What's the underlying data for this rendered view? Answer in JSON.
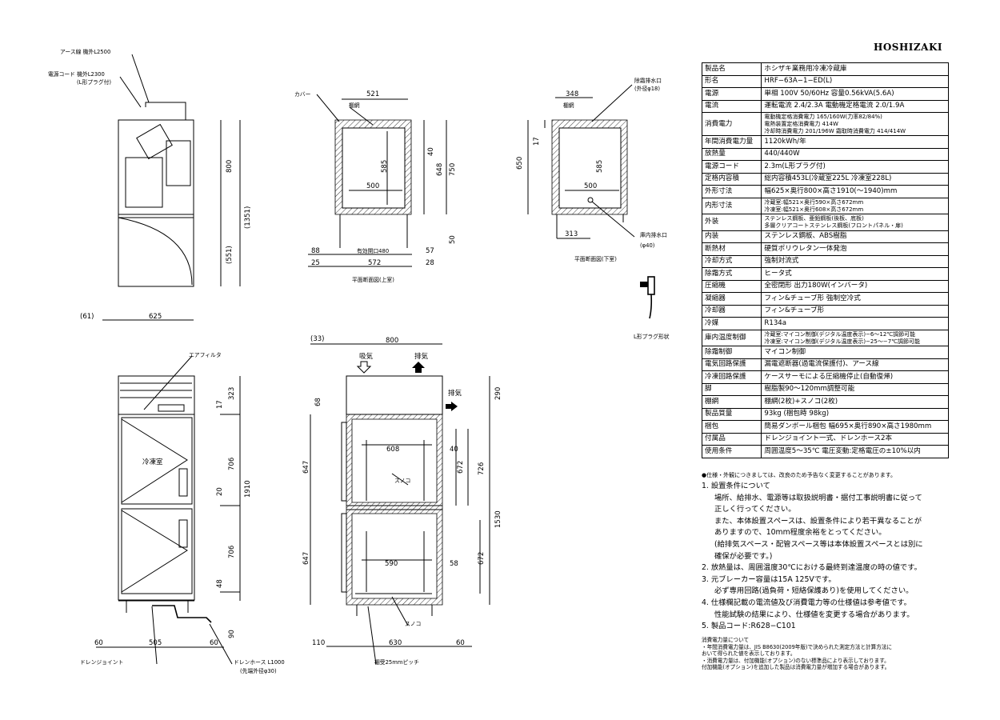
{
  "brand": "HOSHIZAKI",
  "specs": [
    {
      "k": "製品名",
      "v": "ホシザキ業務用冷凍冷蔵庫"
    },
    {
      "k": "形名",
      "v": "HRF−63A−1−ED(L)"
    },
    {
      "k": "電源",
      "v": "単相 100V 50/60Hz 容量0.56kVA(5.6A)"
    },
    {
      "k": "電流",
      "v": "運転電流 2.4/2.3A 電動機定格電流 2.0/1.9A"
    },
    {
      "k": "消費電力",
      "v1": "電動機定格消費電力 165/160W(力率82/84%)",
      "v2": "電熱装置定格消費電力 414W",
      "v3": "冷却時消費電力 201/196W 霜取時消費電力 414/414W"
    },
    {
      "k": "年間消費電力量",
      "v": "1120kWh/年"
    },
    {
      "k": "放熱量",
      "v": "440/440W"
    },
    {
      "k": "電源コード",
      "v": "2.3m(L形プラグ付)"
    },
    {
      "k": "定格内容積",
      "v": "総内容積453L(冷蔵室225L 冷凍室228L)"
    },
    {
      "k": "外形寸法",
      "v": "幅625×奥行800×高さ1910(〜1940)mm"
    },
    {
      "k": "内形寸法",
      "v1": "冷蔵室:幅521×奥行590×高さ672mm",
      "v2": "冷凍室:幅521×奥行608×高さ672mm"
    },
    {
      "k": "外装",
      "v1": "ステンレス鋼板、亜鉛鋼板(後板、底板)",
      "v2": "多層クリアコートステンレス鋼板(フロントパネル・扉)"
    },
    {
      "k": "内装",
      "v": "ステンレス鋼板、ABS樹脂"
    },
    {
      "k": "断熱材",
      "v": "硬質ポリウレタン一体発泡"
    },
    {
      "k": "冷却方式",
      "v": "強制対流式"
    },
    {
      "k": "除霜方式",
      "v": "ヒータ式"
    },
    {
      "k": "圧縮機",
      "v": "全密閉形 出力180W(インバータ)"
    },
    {
      "k": "凝縮器",
      "v": "フィン&チューブ形 強制空冷式"
    },
    {
      "k": "冷却器",
      "v": "フィン&チューブ形"
    },
    {
      "k": "冷媒",
      "v": "R134a"
    },
    {
      "k": "庫内温度制御",
      "v1": "冷蔵室:マイコン制御(デジタル温度表示)−6〜12℃調節可能",
      "v2": "冷凍室:マイコン制御(デジタル温度表示)−25〜−7℃調節可能"
    },
    {
      "k": "除霜制御",
      "v": "マイコン制御"
    },
    {
      "k": "電気回路保護",
      "v": "漏電遮断器(過電流保護付)、アース線"
    },
    {
      "k": "冷凍回路保護",
      "v": "ケースサーモによる圧縮機停止(自動復帰)"
    },
    {
      "k": "脚",
      "v": "樹脂製90〜120mm調整可能"
    },
    {
      "k": "棚網",
      "v": "棚網(2枚)+スノコ(2枚)"
    },
    {
      "k": "製品質量",
      "v": "93kg (梱包時 98kg)"
    },
    {
      "k": "梱包",
      "v": "簡易ダンボール梱包 幅695×奥行890×高さ1980mm"
    },
    {
      "k": "付属品",
      "v": "ドレンジョイント一式、ドレンホース2本"
    },
    {
      "k": "使用条件",
      "v": "周囲温度5〜35℃ 電圧変動:定格電圧の±10%以内"
    }
  ],
  "table_note": "●仕様・外観につきましては、改良のため予告なく変更することがあります。",
  "notes": [
    "1. 設置条件について",
    "場所、給排水、電源等は取扱説明書・据付工事説明書に従って",
    "正しく行ってください。",
    "また、本体設置スペースは、設置条件により若干異なることが",
    "ありますので、10mm程度余裕をとってください。",
    "(給排気スペース・配管スペース等は本体設置スペースとは別に",
    "確保が必要です。)",
    "2. 放熱量は、周囲温度30℃における最終到達温度の時の値です。",
    "3. 元ブレーカー容量は15A 125Vです。",
    "必ず専用回路(過負荷・短絡保護あり)を使用してください。",
    "4. 仕様欄記載の電流値及び消費電力等の仕様値は参考値です。",
    "性能試験の結果により、仕様値を変更する場合があります。",
    "5. 製品コード:R628−C101"
  ],
  "footnotes": [
    "消費電力量について",
    "・年間消費電力量は、JIS B8630(2009年版)で決められた測定方法と計算方法に",
    "おいて得られた値を表示しております。",
    "・消費電力量は、付加機能(オプション)のない標準品により表示しております。",
    "付加機能(オプション)を追加した製品は消費電力量が増加する場合があります。"
  ],
  "drawing": {
    "earth": "アース線 機外L2500",
    "cord": "電源コード 機外L2300",
    "cord_sub": "(L形プラグ付)",
    "dim_800": "800",
    "dim_1351": "(1351)",
    "dim_551": "(551)",
    "dim_61": "(61)",
    "dim_625": "625",
    "cover": "カバー",
    "tana": "棚網",
    "dim_521": "521",
    "dim_500": "500",
    "dim_40": "40",
    "dim_585": "585",
    "dim_648": "648",
    "dim_750": "750",
    "dim_88": "88",
    "dim_480": "有効開口480",
    "dim_57": "57",
    "dim_25": "25",
    "dim_572": "572",
    "dim_28": "28",
    "dim_50": "50",
    "upper_section": "平面断面図(上室)",
    "drain_top": "除霜排水口",
    "drain_top_sub": "(外径φ18)",
    "dim_348": "348",
    "dim_17": "17",
    "dim_650": "650",
    "dim_313": "313",
    "drain_in": "庫内排水口",
    "drain_in_sub": "(φ40)",
    "lower_section": "平面断面図(下室)",
    "plug_label": "L形プラグ形状",
    "air_filter": "エアフィルタ",
    "freezer": "冷凍室",
    "dim_323": "323",
    "dim_17b": "17",
    "dim_706": "706",
    "dim_20": "20",
    "dim_1910": "1910",
    "dim_706b": "706",
    "dim_48": "48",
    "dim_90": "90",
    "dim_60": "60",
    "dim_505": "505",
    "dim_60b": "60",
    "drain_joint": "ドレンジョイント",
    "drain_hose": "ドレンホース L1000",
    "drain_hose_sub": "(先端外径φ30)",
    "dim_33": "(33)",
    "dim_800b": "800",
    "intake": "吸気",
    "exhaust": "排気",
    "exhaust2": "排気",
    "dim_290": "290",
    "dim_68": "68",
    "dim_647": "647",
    "dim_608": "608",
    "dim_40b": "40",
    "dim_672": "672",
    "dim_726": "726",
    "dim_1530": "1530",
    "sunoko": "スノコ",
    "dim_647b": "647",
    "dim_590": "590",
    "dim_58": "58",
    "dim_672b": "672",
    "sunoko2": "スノコ",
    "dim_110": "110",
    "dim_630": "630",
    "dim_60c": "60",
    "pitch": "棚受25mmピッチ"
  }
}
